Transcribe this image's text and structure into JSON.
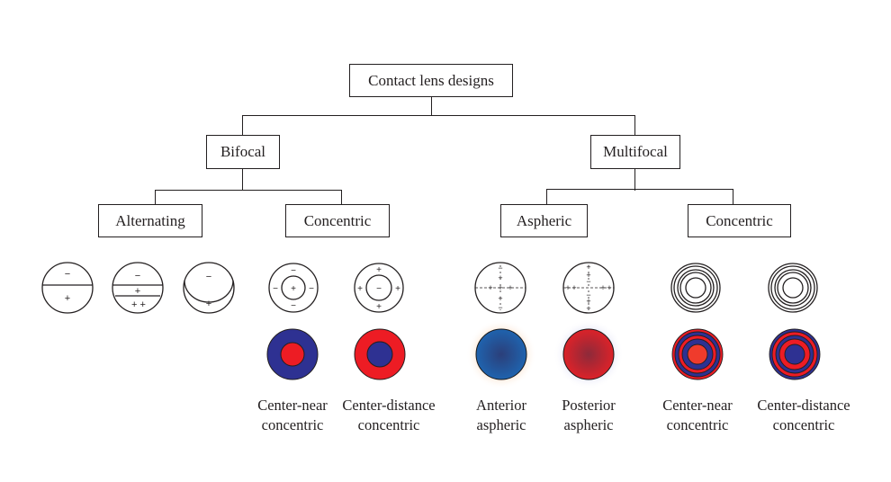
{
  "diagram": {
    "root": {
      "label": "Contact lens designs"
    },
    "branches": [
      {
        "label": "Bifocal",
        "children": [
          {
            "label": "Alternating",
            "lenses": [
              {
                "type": "split-segment",
                "symbols": [
                  "−",
                  "+"
                ]
              },
              {
                "type": "trifocal-segment",
                "symbols": [
                  "−",
                  "+",
                  "+ +"
                ]
              },
              {
                "type": "crescent-segment",
                "symbols": [
                  "−",
                  "+"
                ]
              }
            ]
          },
          {
            "label": "Concentric",
            "lenses": [
              {
                "type": "center-near-concentric",
                "symbols": {
                  "center": "+",
                  "ring": "−"
                },
                "caption": [
                  "Center-near",
                  "concentric"
                ]
              },
              {
                "type": "center-distance-concentric",
                "symbols": {
                  "center": "−",
                  "ring": "+"
                },
                "caption": [
                  "Center-distance",
                  "concentric"
                ]
              }
            ]
          }
        ]
      },
      {
        "label": "Multifocal",
        "children": [
          {
            "label": "Aspheric",
            "lenses": [
              {
                "type": "anterior-aspheric",
                "caption": [
                  "Anterior",
                  "aspheric"
                ]
              },
              {
                "type": "posterior-aspheric",
                "caption": [
                  "Posterior",
                  "aspheric"
                ]
              }
            ]
          },
          {
            "label": "Concentric",
            "lenses": [
              {
                "type": "multi-ring-center-near",
                "caption": [
                  "Center-near",
                  "concentric"
                ]
              },
              {
                "type": "multi-ring-center-distance",
                "caption": [
                  "Center-distance",
                  "concentric"
                ]
              }
            ]
          }
        ]
      }
    ],
    "colors": {
      "distance_blue": "#2e3192",
      "near_red": "#ed1c24",
      "aspheric_blue": "#1f5ea8",
      "aspheric_red": "#d7252b",
      "line": "#231f20"
    }
  }
}
